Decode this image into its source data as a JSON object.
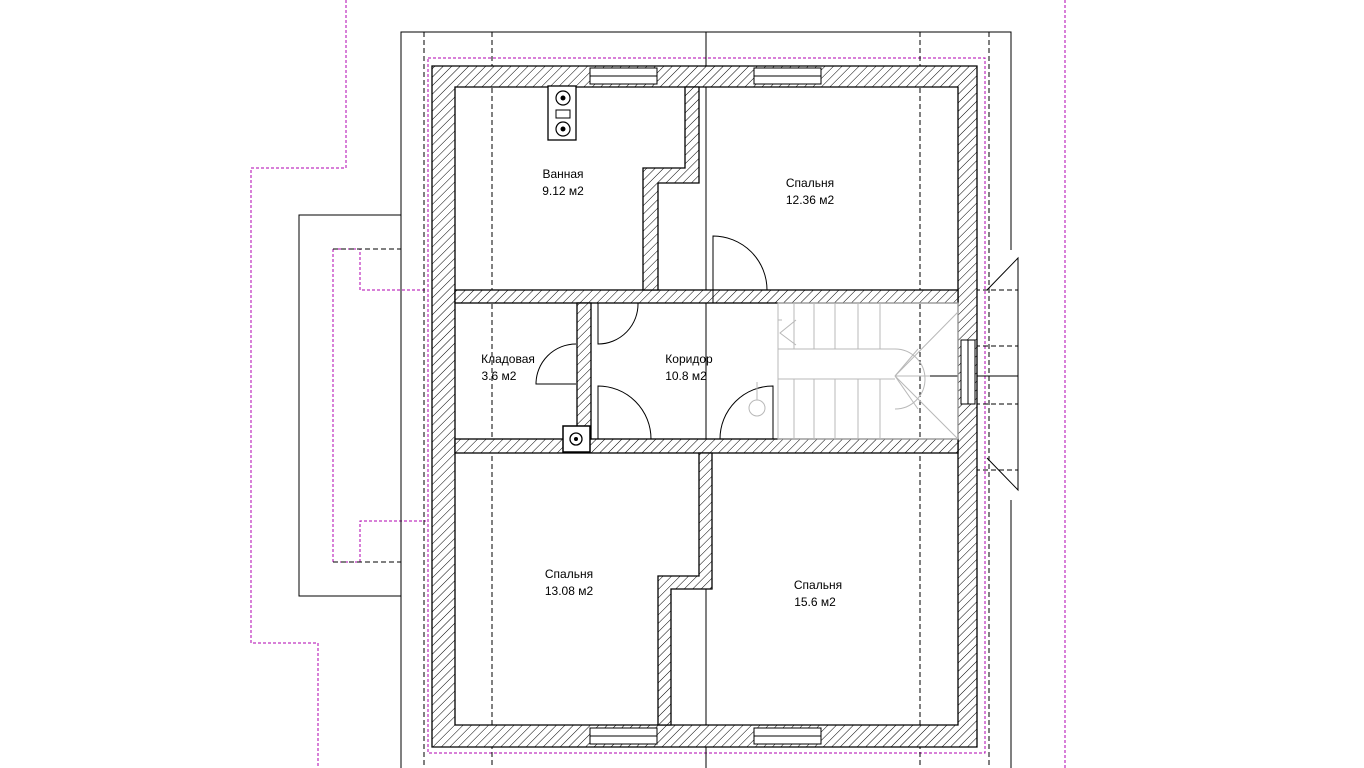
{
  "rooms": [
    {
      "id": "bathroom",
      "name": "Ванная",
      "area": "9.12 м2"
    },
    {
      "id": "bedroom-ne",
      "name": "Спальня",
      "area": "12.36 м2"
    },
    {
      "id": "storage",
      "name": "Кладовая",
      "area": "3.6 м2"
    },
    {
      "id": "corridor",
      "name": "Коридор",
      "area": "10.8 м2"
    },
    {
      "id": "bedroom-sw",
      "name": "Спальня",
      "area": "13.08 м2"
    },
    {
      "id": "bedroom-se",
      "name": "Спальня",
      "area": "15.6 м2"
    }
  ],
  "colors": {
    "walls": "#000000",
    "hatch": "#000000",
    "site_boundary": "#b000b0",
    "stairs": "#b8b8b8",
    "background": "#ffffff"
  }
}
